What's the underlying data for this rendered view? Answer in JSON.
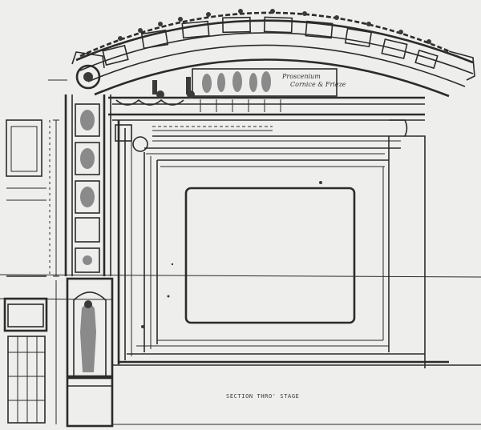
{
  "drawing": {
    "caption": "SECTION THRO' STAGE",
    "frieze_note_line1": "Proscenium",
    "frieze_note_line2": "Cornice & Frieze",
    "paper_color": "#eeeeec",
    "ink_color": "#2b2b2b"
  }
}
